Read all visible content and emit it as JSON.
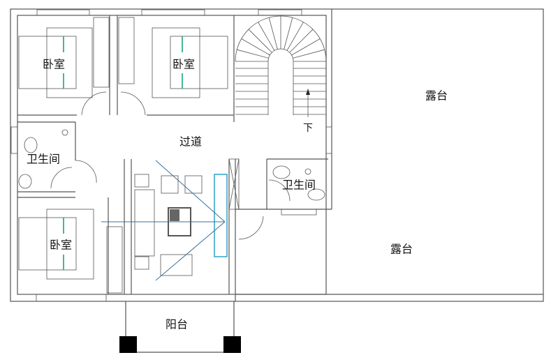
{
  "plan": {
    "rooms": {
      "bedroom_1": "卧室",
      "bedroom_2": "卧室",
      "bedroom_3": "卧室",
      "bathroom_left": "卫生间",
      "bathroom_right": "卫生间",
      "corridor": "过道",
      "terrace_upper": "露台",
      "terrace_lower": "露台",
      "balcony": "阳台"
    },
    "stairs_label": "下",
    "colors": {
      "wall": "#555555",
      "bed_marker": "#1aa57a",
      "view_line": "#3a6f9c",
      "column": "#000000"
    }
  }
}
